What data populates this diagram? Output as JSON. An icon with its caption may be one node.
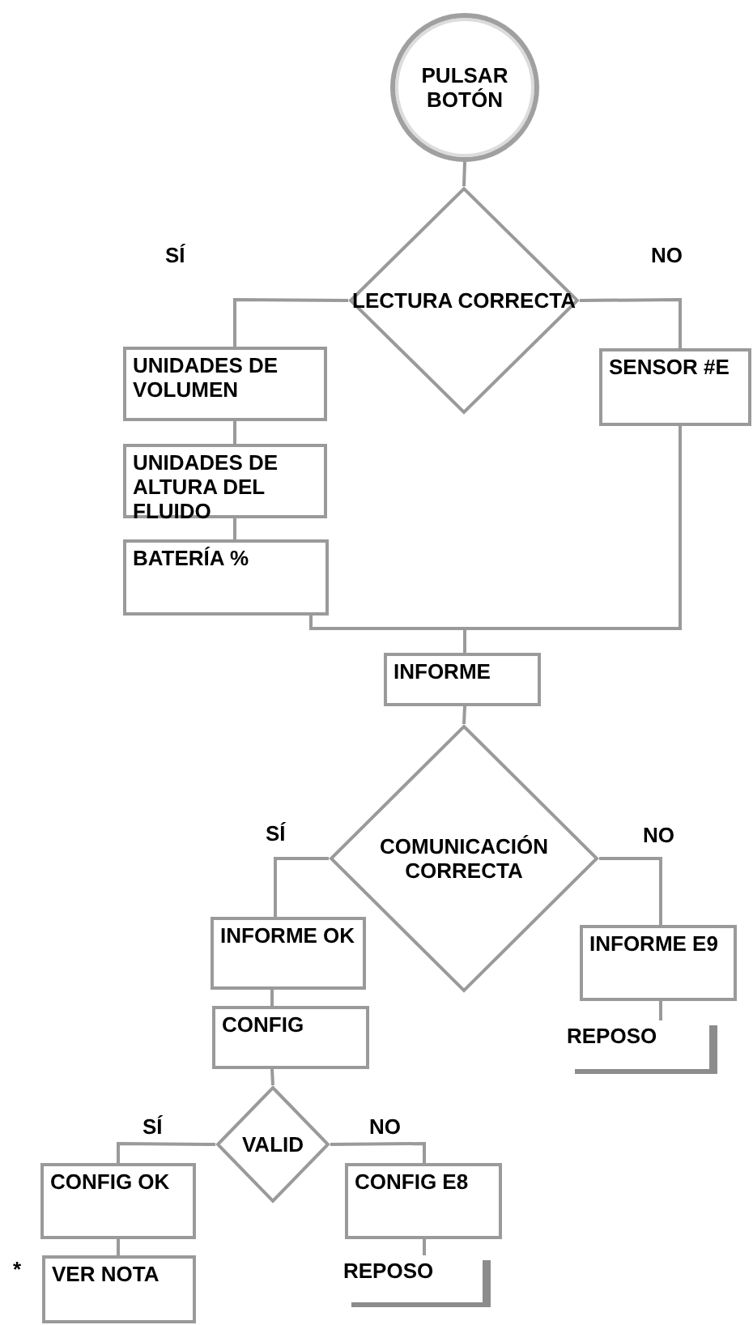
{
  "diagram": {
    "nodes": [
      {
        "text": [
          "PULSAR BOTÓN"
        ]
      },
      {
        "text": [
          "LECTURA CORRECTA"
        ]
      },
      {
        "text": [
          "UNIDADES DE VOLUMEN"
        ]
      },
      {
        "text": [
          "UNIDADES DE ALTURA DEL FLUIDO"
        ]
      },
      {
        "text": [
          "BATERÍA %"
        ]
      },
      {
        "text": [
          "SENSOR #E"
        ]
      },
      {
        "text": [
          "INFORME"
        ]
      },
      {
        "text": [
          "COMUNICACIÓN CORRECTA"
        ]
      },
      {
        "text": [
          "INFORME OK"
        ]
      },
      {
        "text": [
          "INFORME E9"
        ]
      },
      {
        "text": [
          "REPOSO"
        ]
      },
      {
        "text": [
          "CONFIG"
        ]
      },
      {
        "text": [
          "VALID"
        ]
      },
      {
        "text": [
          "CONFIG OK"
        ]
      },
      {
        "text": [
          "CONFIG E8"
        ]
      },
      {
        "text": [
          "REPOSO"
        ]
      },
      {
        "text": [
          "VER NOTA"
        ]
      }
    ],
    "edges": [
      {
        "from": 0,
        "to": 1,
        "arrow": "none"
      },
      {
        "from": 1,
        "to": 2,
        "arrow": "none",
        "label": "SÍ"
      },
      {
        "from": 1,
        "to": 5,
        "arrow": "none",
        "label": "NO"
      },
      {
        "from": 2,
        "to": 3,
        "arrow": "none"
      },
      {
        "from": 3,
        "to": 4,
        "arrow": "none"
      },
      {
        "from": 4,
        "to": 6,
        "arrow": "none"
      },
      {
        "from": 5,
        "to": 6,
        "arrow": "none"
      },
      {
        "from": 6,
        "to": 7,
        "arrow": "none"
      },
      {
        "from": 7,
        "to": 8,
        "arrow": "none",
        "label": "SÍ"
      },
      {
        "from": 7,
        "to": 9,
        "arrow": "none",
        "label": "NO"
      },
      {
        "from": 9,
        "to": 10,
        "arrow": "none"
      },
      {
        "from": 8,
        "to": 11,
        "arrow": "none"
      },
      {
        "from": 11,
        "to": 12,
        "arrow": "none"
      },
      {
        "from": 12,
        "to": 13,
        "arrow": "none",
        "label": "SÍ"
      },
      {
        "from": 12,
        "to": 14,
        "arrow": "none",
        "label": "NO"
      },
      {
        "from": 13,
        "to": 16,
        "arrow": "none"
      },
      {
        "from": 14,
        "to": 15,
        "arrow": "none"
      }
    ],
    "labels": [
      "*"
    ]
  }
}
